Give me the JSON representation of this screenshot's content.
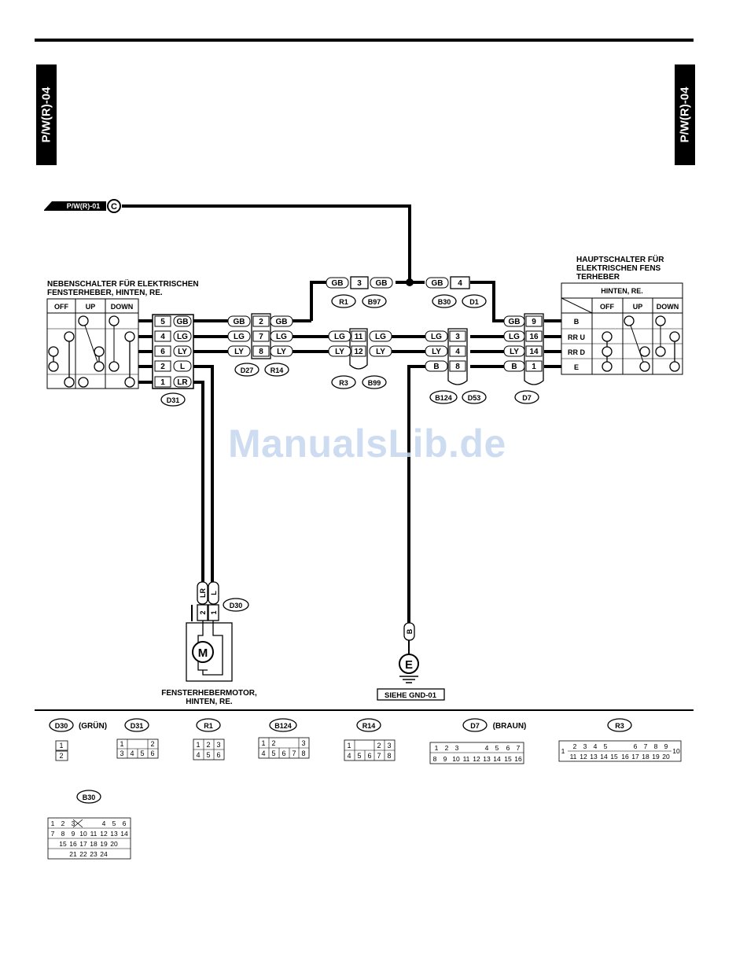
{
  "page": {
    "tab_left": "P/W(R)-04",
    "tab_right": "P/W(R)-04",
    "watermark": "ManualsLib.de"
  },
  "diagram": {
    "from_ref": "P/W(R)-01",
    "from_ref_letter": "C",
    "left_switch": {
      "title_line1": "NEBENSCHALTER FÜR ELEKTRISCHEN",
      "title_line2": "FENSTERHEBER, HINTEN, RE.",
      "headers": [
        "OFF",
        "UP",
        "DOWN"
      ],
      "connector": "D31",
      "pins": [
        {
          "pin": "5",
          "wire": "GB"
        },
        {
          "pin": "4",
          "wire": "LG"
        },
        {
          "pin": "6",
          "wire": "LY"
        },
        {
          "pin": "2",
          "wire": "L"
        },
        {
          "pin": "1",
          "wire": "LR"
        }
      ]
    },
    "main_switch": {
      "title_line1": "HAUPTSCHALTER FÜR",
      "title_line2": "ELEKTRISCHEN FENS",
      "title_line3": "TERHEBER",
      "subtitle": "HINTEN, RE.",
      "headers": [
        "OFF",
        "UP",
        "DOWN"
      ],
      "rows": [
        "B",
        "RR U",
        "RR D",
        "E"
      ],
      "connector": "D7",
      "pins": [
        {
          "pin": "9",
          "wire": "GB"
        },
        {
          "pin": "16",
          "wire": "LG"
        },
        {
          "pin": "14",
          "wire": "LY"
        },
        {
          "pin": "1",
          "wire": "B"
        }
      ]
    },
    "conn_d27": {
      "labels": [
        "D27",
        "R14"
      ],
      "pins": [
        {
          "left": "GB",
          "pin": "2",
          "right": "GB"
        },
        {
          "left": "LG",
          "pin": "7",
          "right": "LG"
        },
        {
          "left": "LY",
          "pin": "8",
          "right": "LY"
        }
      ]
    },
    "conn_r1": {
      "labels": [
        "R1",
        "B97"
      ],
      "left": "GB",
      "pin": "3",
      "right": "GB"
    },
    "conn_b30": {
      "labels": [
        "B30",
        "D1"
      ],
      "left": "GB",
      "pin": "4"
    },
    "conn_r3": {
      "labels": [
        "R3",
        "B99"
      ],
      "pins": [
        {
          "left": "LG",
          "pin": "11",
          "right": "LG"
        },
        {
          "left": "LY",
          "pin": "12",
          "right": "LY"
        }
      ]
    },
    "conn_b124": {
      "labels": [
        "B124",
        "D53"
      ],
      "pins": [
        {
          "left": "LG",
          "pin": "3"
        },
        {
          "left": "LY",
          "pin": "4"
        },
        {
          "left": "B",
          "pin": "8"
        }
      ]
    },
    "motor": {
      "label_line1": "FENSTERHEBERMOTOR,",
      "label_line2": "HINTEN, RE.",
      "connector": "D30",
      "symbol": "M",
      "wires": [
        "LR",
        "L"
      ],
      "pins": [
        "2",
        "1"
      ]
    },
    "ground": {
      "wire": "B",
      "symbol": "E",
      "ref": "SIEHE GND-01"
    }
  },
  "connector_views": {
    "d30": {
      "name": "D30",
      "note": "(GRÜN)",
      "rows": [
        [
          "1"
        ],
        [
          "2"
        ]
      ]
    },
    "d31": {
      "name": "D31",
      "rows": [
        [
          "1",
          "2"
        ],
        [
          "3",
          "4",
          "5",
          "6"
        ]
      ]
    },
    "r1": {
      "name": "R1",
      "rows": [
        [
          "1",
          "2",
          "3"
        ],
        [
          "4",
          "5",
          "6"
        ]
      ]
    },
    "b124": {
      "name": "B124",
      "rows": [
        [
          "1",
          "2",
          "3"
        ],
        [
          "4",
          "5",
          "6",
          "7",
          "8"
        ]
      ]
    },
    "r14": {
      "name": "R14",
      "rows": [
        [
          "1",
          "2",
          "3"
        ],
        [
          "4",
          "5",
          "6",
          "7",
          "8"
        ]
      ]
    },
    "d7": {
      "name": "D7",
      "note": "(BRAUN)",
      "rows": [
        [
          "1",
          "2",
          "3",
          "4",
          "5",
          "6",
          "7"
        ],
        [
          "8",
          "9",
          "10",
          "11",
          "12",
          "13",
          "14",
          "15",
          "16"
        ]
      ]
    },
    "r3": {
      "name": "R3",
      "rows": [
        [
          "1",
          "2",
          "3",
          "4",
          "5",
          "6",
          "7",
          "8",
          "9",
          "10"
        ],
        [
          "11",
          "12",
          "13",
          "14",
          "15",
          "16",
          "17",
          "18",
          "19",
          "20"
        ]
      ]
    },
    "b30": {
      "name": "B30",
      "rows": [
        [
          "1",
          "2",
          "3",
          "4",
          "5",
          "6"
        ],
        [
          "7",
          "8",
          "9",
          "10",
          "11",
          "12",
          "13",
          "14"
        ],
        [
          "15",
          "16",
          "17",
          "18",
          "19",
          "20"
        ],
        [
          "21",
          "22",
          "23",
          "24"
        ]
      ]
    }
  }
}
